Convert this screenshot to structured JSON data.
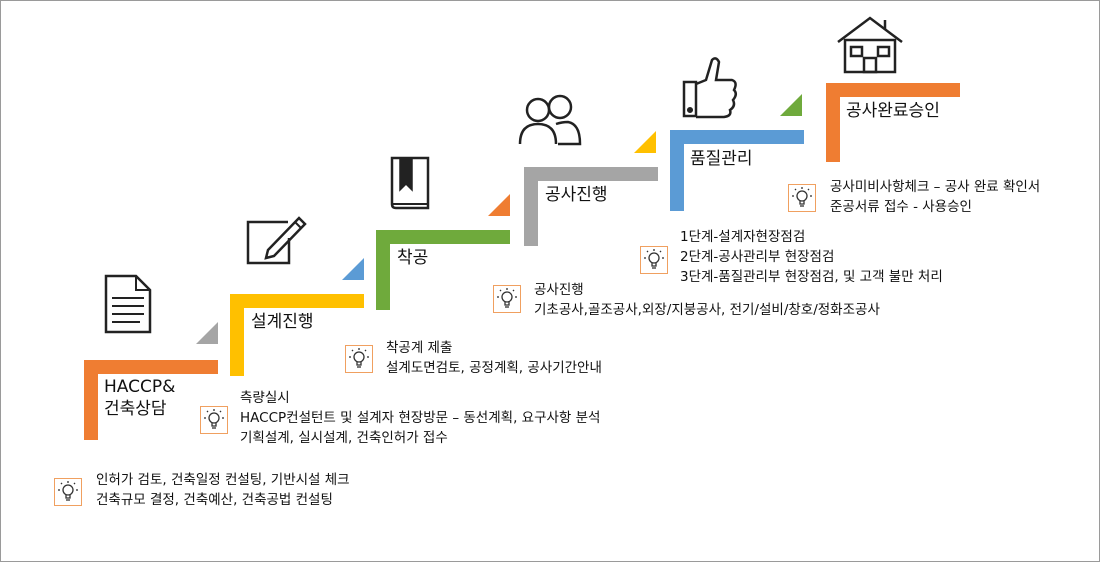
{
  "colors": {
    "orange": "#ef7d32",
    "yellow": "#ffc000",
    "green": "#6faa3c",
    "gray": "#a5a5a5",
    "blue": "#5b9bd5",
    "bulb_border": "#f0a060"
  },
  "steps": [
    {
      "title_lines": [
        "HACCP&",
        "건축상담"
      ],
      "color_key": "orange",
      "icon": "document-icon",
      "desc": [
        "인허가 검토, 건축일정 컨설팅, 기반시설 체크",
        "건축규모 결정, 건축예산, 건축공법 컨설팅"
      ]
    },
    {
      "title_lines": [
        "설계진행"
      ],
      "color_key": "yellow",
      "icon": "pencil-square-icon",
      "desc": [
        "측량실시",
        "HACCP컨설턴트 및 설계자 현장방문 – 동선계획, 요구사항 분석",
        "기획설계, 실시설계, 건축인허가 접수"
      ]
    },
    {
      "title_lines": [
        "착공"
      ],
      "color_key": "green",
      "icon": "book-icon",
      "desc": [
        "착공계 제출",
        "설계도면검토, 공정계획, 공사기간안내"
      ]
    },
    {
      "title_lines": [
        "공사진행"
      ],
      "color_key": "gray",
      "icon": "people-icon",
      "desc": [
        "공사진행",
        "기초공사,골조공사,외장/지붕공사, 전기/설비/창호/정화조공사"
      ]
    },
    {
      "title_lines": [
        "품질관리"
      ],
      "color_key": "blue",
      "icon": "thumbs-up-icon",
      "desc": [
        "1단계-설계자현장점검",
        "2단계-공사관리부 현장점검",
        "3단계-품질관리부 현장점검, 및 고객 불만 처리"
      ]
    },
    {
      "title_lines": [
        "공사완료승인"
      ],
      "color_key": "orange",
      "icon": "house-icon",
      "desc": [
        "공사미비사항체크 – 공사 완료 확인서",
        "준공서류 접수 - 사용승인"
      ]
    }
  ]
}
